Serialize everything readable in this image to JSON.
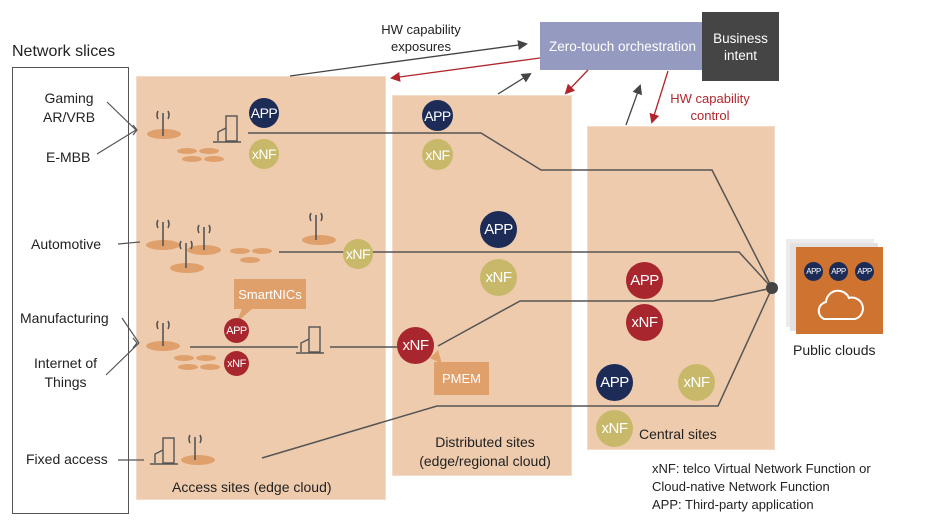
{
  "title": "Network slices",
  "slices": [
    {
      "label": "Gaming\nAR/VRB"
    },
    {
      "label": "E-MBB"
    },
    {
      "label": "Automotive"
    },
    {
      "label": "Manufacturing"
    },
    {
      "label": "Internet of\nThings"
    },
    {
      "label": "Fixed access"
    }
  ],
  "sites": {
    "access": {
      "label": "Access sites (edge cloud)"
    },
    "distributed": {
      "label": "Distributed sites\n(edge/regional cloud)"
    },
    "central": {
      "label": "Central sites"
    }
  },
  "orchestration": {
    "label": "Zero-touch orchestration",
    "business_intent": "Business\nintent",
    "exposures_label": "HW capability\nexposures",
    "control_label": "HW capability\ncontrol"
  },
  "badges": {
    "app": "APP",
    "xnf": "xNF",
    "smartnics": "SmartNICs",
    "pmem": "PMEM"
  },
  "public_clouds": {
    "label": "Public clouds",
    "apps": [
      "APP",
      "APP",
      "APP"
    ]
  },
  "legend": [
    "xNF: telco Virtual Network Function or",
    "Cloud-native Network Function",
    "APP: Third-party application"
  ],
  "colors": {
    "site_fill": "#eecbad",
    "app_navy": "#1d2c57",
    "xnf_olive": "#c8b96a",
    "accelerated_red": "#a8262e",
    "orchestration": "#959ac0",
    "business_intent": "#454545",
    "public_cloud": "#cf7430",
    "control_arrow": "#b0262d"
  }
}
